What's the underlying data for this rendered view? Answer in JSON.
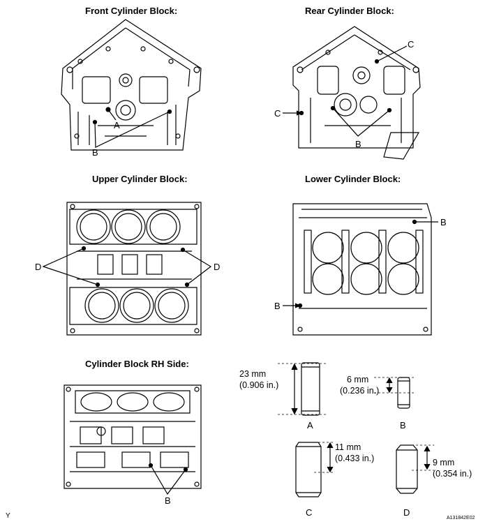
{
  "titles": {
    "front": "Front Cylinder Block:",
    "rear": "Rear Cylinder Block:",
    "upper": "Upper Cylinder Block:",
    "lower": "Lower Cylinder Block:",
    "rh_side": "Cylinder Block RH Side:"
  },
  "callouts": {
    "front_a": "A",
    "front_b": "B",
    "rear_c_top": "C",
    "rear_c_left": "C",
    "rear_b": "B",
    "upper_d_left": "D",
    "upper_d_right": "D",
    "lower_b_top": "B",
    "lower_b_left": "B",
    "rh_b": "B"
  },
  "pins": [
    {
      "label": "A",
      "mm": "23 mm",
      "inch": "(0.906 in.)"
    },
    {
      "label": "B",
      "mm": "6 mm",
      "inch": "(0.236 in.)"
    },
    {
      "label": "C",
      "mm": "11 mm",
      "inch": "(0.433 in.)"
    },
    {
      "label": "D",
      "mm": "9 mm",
      "inch": "(0.354 in.)"
    }
  ],
  "footer": {
    "left_mark": "Y",
    "figure_id": "A131842E02"
  }
}
